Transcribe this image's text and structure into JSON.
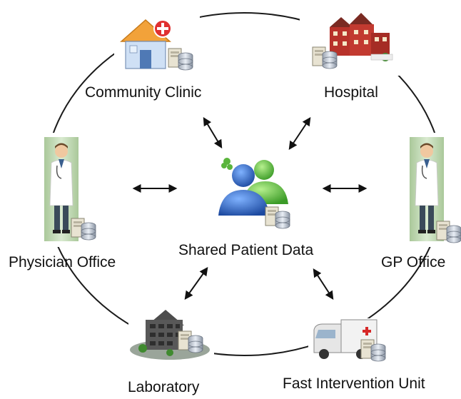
{
  "diagram": {
    "center_label": "Shared Patient Data",
    "nodes": [
      {
        "id": "community-clinic",
        "label": "Community Clinic",
        "icon": "clinic-house-icon"
      },
      {
        "id": "hospital",
        "label": "Hospital",
        "icon": "hospital-building-icon"
      },
      {
        "id": "physician-office",
        "label": "Physician Office",
        "icon": "doctor-icon"
      },
      {
        "id": "gp-office",
        "label": "GP Office",
        "icon": "doctor-icon"
      },
      {
        "id": "laboratory",
        "label": "Laboratory",
        "icon": "laboratory-building-icon"
      },
      {
        "id": "fast-intervention-unit",
        "label": "Fast Intervention Unit",
        "icon": "ambulance-icon"
      }
    ],
    "colors": {
      "ring": "#1a1a1a",
      "arrow": "#111111",
      "doctor_panel": "#c7dcb6",
      "user_blue": "#2a5db5",
      "user_green": "#5ab53c",
      "hospital_red": "#b8322a",
      "clinic_orange": "#f2a23a",
      "clinic_wall": "#cfe0f5"
    }
  }
}
